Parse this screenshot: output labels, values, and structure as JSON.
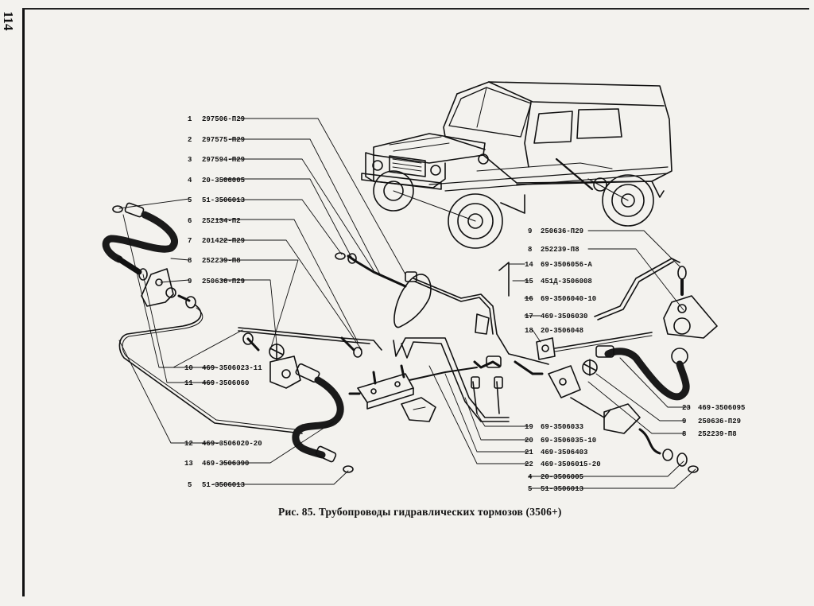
{
  "page_number": "114",
  "caption": "Рис. 85. Трубопроводы гидравлических тормозов (3506+)",
  "callouts_left": [
    {
      "num": "1",
      "part": "297506-П29"
    },
    {
      "num": "2",
      "part": "297575-П29"
    },
    {
      "num": "3",
      "part": "297594-П29"
    },
    {
      "num": "4",
      "part": "20-3506005"
    },
    {
      "num": "5",
      "part": "51-3506013"
    },
    {
      "num": "6",
      "part": "252134-П2"
    },
    {
      "num": "7",
      "part": "201422-П29"
    },
    {
      "num": "8",
      "part": "252239-П8"
    },
    {
      "num": "9",
      "part": "250636-П29"
    },
    {
      "num": "10",
      "part": "469-3506023-11"
    },
    {
      "num": "11",
      "part": "469-3506060"
    },
    {
      "num": "12",
      "part": "469-3506020-20"
    },
    {
      "num": "13",
      "part": "469-3506390"
    },
    {
      "num": "5",
      "part": "51-3506013"
    }
  ],
  "callouts_right": [
    {
      "num": "9",
      "part": "250636-П29"
    },
    {
      "num": "8",
      "part": "252239-П8"
    },
    {
      "num": "14",
      "part": "69-3506056-А"
    },
    {
      "num": "15",
      "part": "451Д-3506008"
    },
    {
      "num": "16",
      "part": "69-3506040-10"
    },
    {
      "num": "17",
      "part": "469-3506030"
    },
    {
      "num": "18",
      "part": "20-3506048"
    },
    {
      "num": "23",
      "part": "469-3506095"
    },
    {
      "num": "9",
      "part": "250636-П29"
    },
    {
      "num": "8",
      "part": "252239-П8"
    },
    {
      "num": "19",
      "part": "69-3506033"
    },
    {
      "num": "20",
      "part": "69-3506035-10"
    },
    {
      "num": "21",
      "part": "469-3506403"
    },
    {
      "num": "22",
      "part": "469-3506015-20"
    },
    {
      "num": "4",
      "part": "20-3506005"
    },
    {
      "num": "5",
      "part": "51-3506013"
    }
  ]
}
